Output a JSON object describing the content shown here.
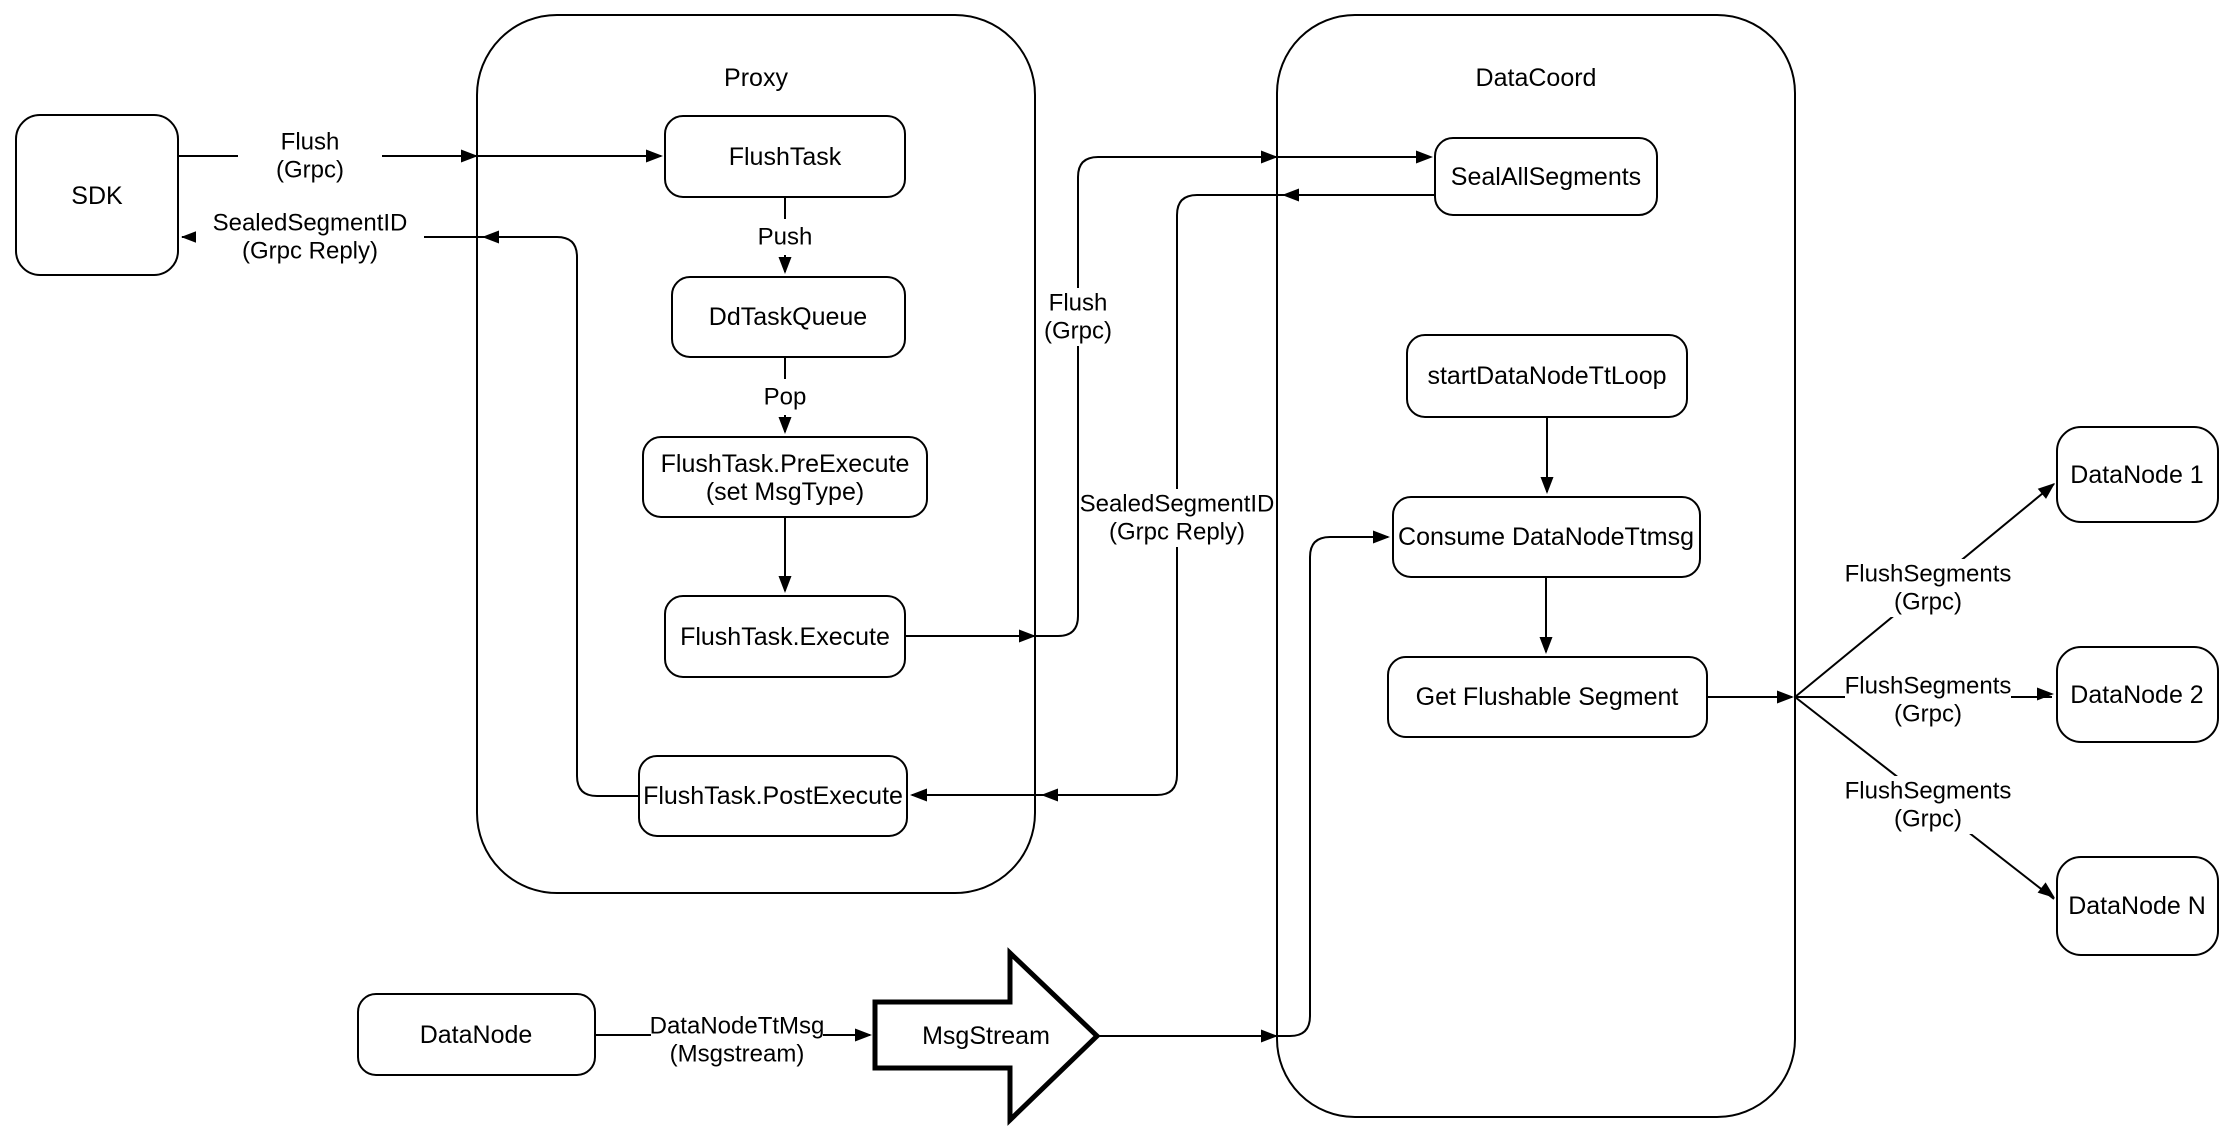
{
  "containers": {
    "proxy": {
      "title": "Proxy"
    },
    "datacoord": {
      "title": "DataCoord"
    }
  },
  "nodes": {
    "sdk": {
      "label": "SDK"
    },
    "flush_task": {
      "label": "FlushTask"
    },
    "dd_task_queue": {
      "label": "DdTaskQueue"
    },
    "pre_execute": {
      "line1": "FlushTask.PreExecute",
      "line2": "(set MsgType)"
    },
    "execute": {
      "label": "FlushTask.Execute"
    },
    "post_execute": {
      "label": "FlushTask.PostExecute"
    },
    "seal_all_segments": {
      "label": "SealAllSegments"
    },
    "start_data_node_tt_loop": {
      "label": "startDataNodeTtLoop"
    },
    "consume_data_node_ttmsg": {
      "label": "Consume DataNodeTtmsg"
    },
    "get_flushable_segment": {
      "label": "Get Flushable Segment"
    },
    "data_node_1": {
      "label": "DataNode 1"
    },
    "data_node_2": {
      "label": "DataNode 2"
    },
    "data_node_n": {
      "label": "DataNode N"
    },
    "data_node": {
      "label": "DataNode"
    },
    "msg_stream": {
      "label": "MsgStream"
    }
  },
  "edge_labels": {
    "flush_grpc_sdk": {
      "line1": "Flush",
      "line2": "(Grpc)"
    },
    "sealed_segment_id_sdk": {
      "line1": "SealedSegmentID",
      "line2": "(Grpc Reply)"
    },
    "push": {
      "label": "Push"
    },
    "pop": {
      "label": "Pop"
    },
    "flush_grpc_datacoord": {
      "line1": "Flush",
      "line2": "(Grpc)"
    },
    "sealed_segment_id_proxy": {
      "line1": "SealedSegmentID",
      "line2": "(Grpc Reply)"
    },
    "flush_segments_1": {
      "line1": "FlushSegments",
      "line2": "(Grpc)"
    },
    "flush_segments_2": {
      "line1": "FlushSegments",
      "line2": "(Grpc)"
    },
    "flush_segments_3": {
      "line1": "FlushSegments",
      "line2": "(Grpc)"
    },
    "data_node_tt_msg": {
      "line1": "DataNodeTtMsg",
      "line2": "(Msgstream)"
    }
  },
  "colors": {
    "stroke": "#000000",
    "node_fill": "#ffffff",
    "background": "#ffffff"
  }
}
